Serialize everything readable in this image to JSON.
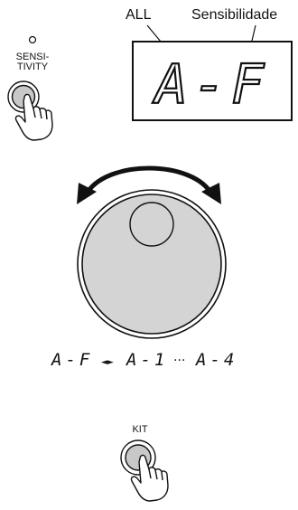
{
  "labels": {
    "all": "ALL",
    "sensibilidade": "Sensibilidade",
    "sensitivity_button": [
      "SENSI-",
      "TIVITY"
    ],
    "kit_button": "KIT"
  },
  "display": {
    "value": "A-F"
  },
  "sequence": [
    "A-F",
    "◄►",
    "A-1",
    "···",
    "A-4"
  ],
  "colors": {
    "line": "#111111",
    "dial_fill": "#d4d4d4",
    "button_fill": "#c8c8c8"
  },
  "icons": {
    "pointer": "hand-pointer-icon",
    "rotate": "rotate-arrow-icon",
    "led": "led-indicator-icon"
  }
}
